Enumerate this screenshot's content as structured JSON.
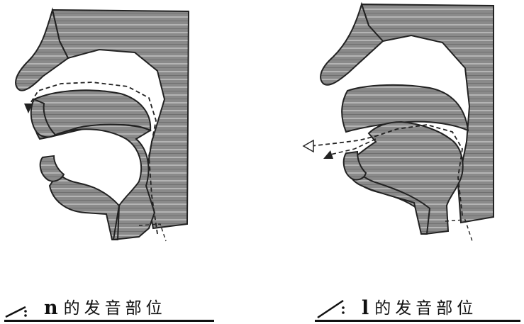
{
  "figures": [
    {
      "letter": "n",
      "caption_text": "的发音部位"
    },
    {
      "letter": "l",
      "caption_text": "的发音部位"
    }
  ],
  "colors": {
    "tissue": "#7d7d7d",
    "stripe": "#c9c9c9",
    "line": "#222222",
    "background": "#ffffff"
  }
}
